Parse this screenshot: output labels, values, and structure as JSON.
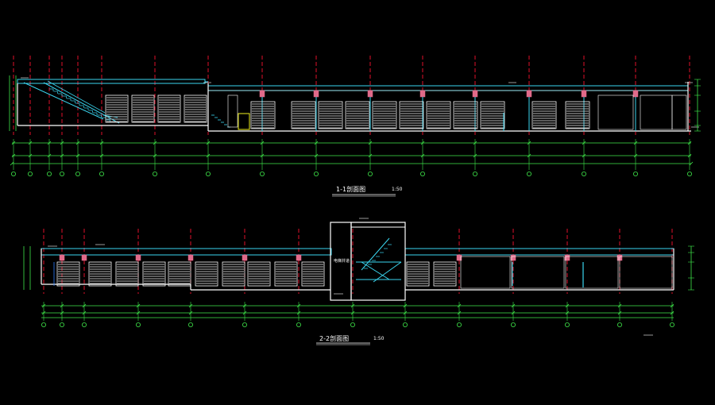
{
  "drawing": {
    "background": "#000000",
    "colors": {
      "axis": "#e0102a",
      "dim": "#3fe84a",
      "wall": "#ffffff",
      "slab": "#3ad6f0",
      "stair": "#3ad6f0",
      "shutter": "#b8b8b8",
      "col": "#e06a8a",
      "yellow": "#f0f020",
      "accent_blue": "#2a7cff"
    }
  },
  "section_1": {
    "title": "1-1剖面图",
    "scale": "1:50"
  },
  "section_2": {
    "title": "2-2剖面图",
    "scale": "1:50",
    "shaft_label": "电梯井道"
  }
}
